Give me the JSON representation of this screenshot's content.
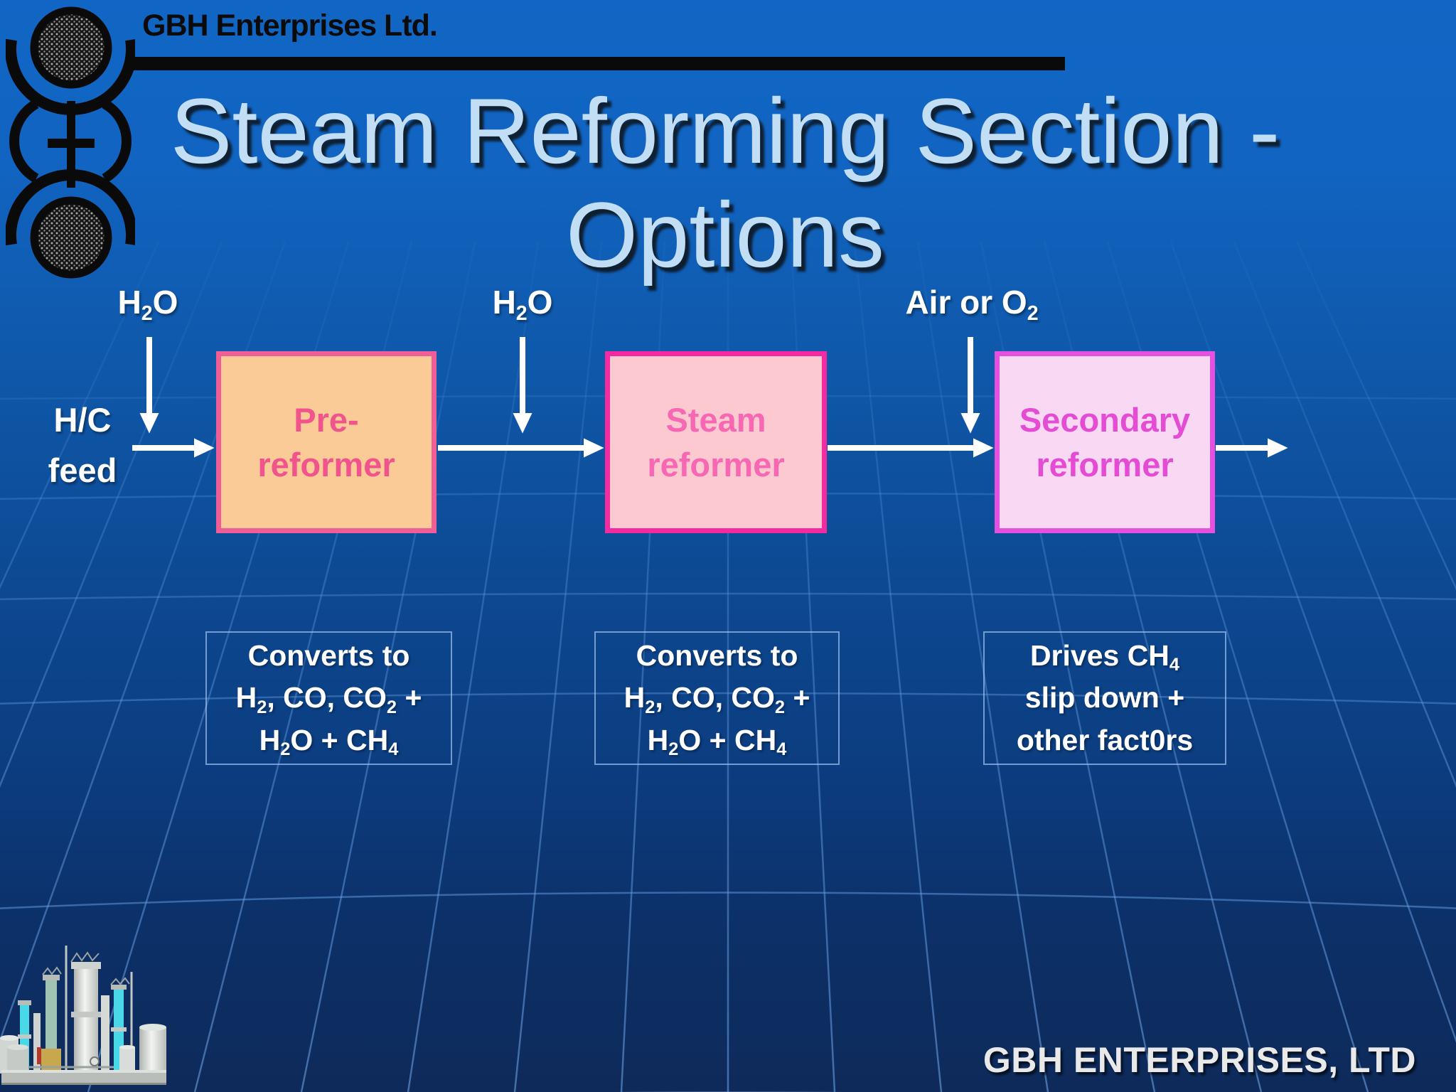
{
  "header": {
    "company_name": "GBH Enterprises Ltd."
  },
  "title": {
    "line1": "Steam Reforming Section -",
    "line2": "Options"
  },
  "flow": {
    "feed_label": {
      "line1": "H/C",
      "line2": "feed"
    },
    "inputs": [
      {
        "rich": [
          {
            "t": "H"
          },
          {
            "s": "2"
          },
          {
            "t": "O"
          }
        ]
      },
      {
        "rich": [
          {
            "t": "H"
          },
          {
            "s": "2"
          },
          {
            "t": "O"
          }
        ]
      },
      {
        "rich": [
          {
            "t": "Air or O"
          },
          {
            "s": "2"
          }
        ]
      }
    ],
    "boxes": [
      {
        "line1": "Pre-",
        "line2": "reformer",
        "fill": "#fbcb97",
        "border": "#f15e97",
        "text_color": "#f1538d"
      },
      {
        "line1": "Steam",
        "line2": "reformer",
        "fill": "#fbc9cf",
        "border": "#f42ba0",
        "text_color": "#f767b3"
      },
      {
        "line1": "Secondary",
        "line2": "reformer",
        "fill": "#f9d8f4",
        "border": "#e550de",
        "text_color": "#e44cd4"
      }
    ],
    "notes": [
      {
        "lines": [
          [
            {
              "t": "Converts to"
            }
          ],
          [
            {
              "t": "H"
            },
            {
              "s": "2"
            },
            {
              "t": ", CO, CO"
            },
            {
              "s": "2"
            },
            {
              "t": " +"
            }
          ],
          [
            {
              "t": "H"
            },
            {
              "s": "2"
            },
            {
              "t": "O + CH"
            },
            {
              "s": "4"
            }
          ]
        ]
      },
      {
        "lines": [
          [
            {
              "t": "Converts to"
            }
          ],
          [
            {
              "t": "H"
            },
            {
              "s": "2"
            },
            {
              "t": ", CO, CO"
            },
            {
              "s": "2"
            },
            {
              "t": " +"
            }
          ],
          [
            {
              "t": "H"
            },
            {
              "s": "2"
            },
            {
              "t": "O + CH"
            },
            {
              "s": "4"
            }
          ]
        ]
      },
      {
        "lines": [
          [
            {
              "t": "Drives CH"
            },
            {
              "s": "4"
            }
          ],
          [
            {
              "t": "slip down +"
            }
          ],
          [
            {
              "t": "other fact0rs"
            }
          ]
        ]
      }
    ]
  },
  "footer": {
    "company_name": "GBH ENTERPRISES, LTD"
  },
  "colors": {
    "background_top": "#1166c5",
    "background_bottom": "#0e2a5a",
    "grid_line": "#5e97dd",
    "title_text": "#c2def5",
    "header_bar": "#0a0a0a",
    "label_text": "#ffffff",
    "arrow": "#ffffff"
  }
}
